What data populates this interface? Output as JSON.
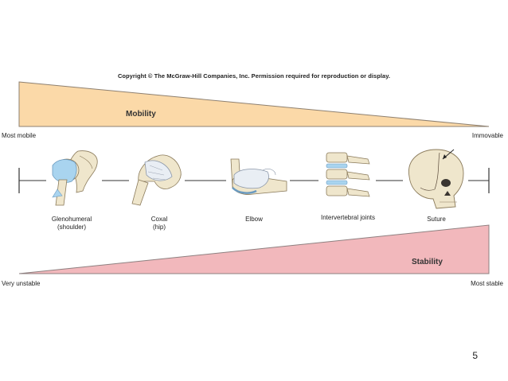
{
  "copyright": "Copyright © The McGraw-Hill Companies, Inc. Permission required for reproduction or display.",
  "mobility": {
    "label": "Mobility",
    "left_label": "Most mobile",
    "right_label": "Immovable",
    "color": "#fbd9a8",
    "stroke": "#9a8a78"
  },
  "stability": {
    "label": "Stability",
    "left_label": "Very unstable",
    "right_label": "Most stable",
    "color": "#f2b8bc",
    "stroke": "#9a8a88"
  },
  "joints": [
    {
      "name": "Glenohumeral",
      "sub": "(shoulder)"
    },
    {
      "name": "Coxal",
      "sub": "(hip)"
    },
    {
      "name": "Elbow",
      "sub": ""
    },
    {
      "name": "Intervertebral joints",
      "sub": ""
    },
    {
      "name": "Suture",
      "sub": ""
    }
  ],
  "page_number": "5"
}
